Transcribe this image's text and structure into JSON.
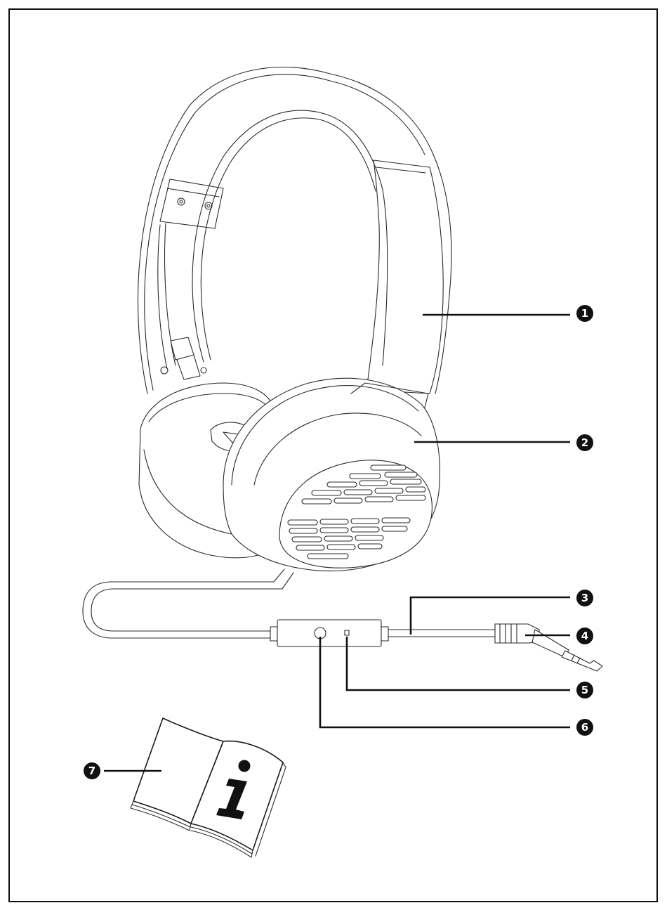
{
  "callouts": [
    {
      "id": "1",
      "label": "1"
    },
    {
      "id": "2",
      "label": "2"
    },
    {
      "id": "3",
      "label": "3"
    },
    {
      "id": "4",
      "label": "4"
    },
    {
      "id": "5",
      "label": "5"
    },
    {
      "id": "6",
      "label": "6"
    },
    {
      "id": "7",
      "label": "7"
    }
  ],
  "manual": {
    "symbol": "i"
  },
  "colors": {
    "ink": "#111111",
    "paper": "#ffffff"
  }
}
